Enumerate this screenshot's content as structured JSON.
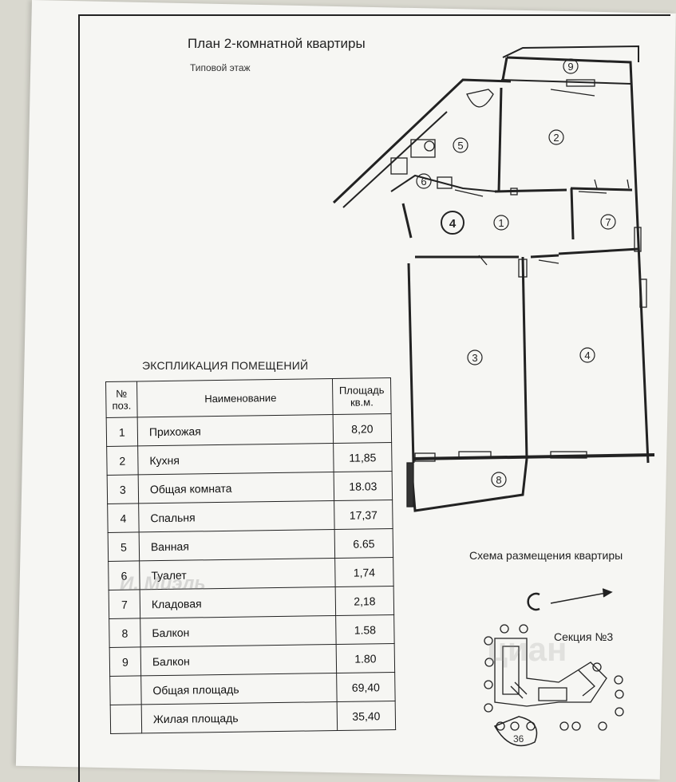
{
  "plan": {
    "title": "План 2-комнатной квартиры",
    "subtitle": "Типовой этаж",
    "room_marks": [
      "9",
      "2",
      "5",
      "6",
      "4",
      "1",
      "7",
      "3",
      "4",
      "8"
    ]
  },
  "explication": {
    "title": "ЭКСПЛИКАЦИЯ ПОМЕЩЕНИЙ",
    "headers": {
      "no": "№ поз.",
      "name": "Наименование",
      "area": "Площадь кв.м."
    },
    "rows": [
      {
        "no": "1",
        "name": "Прихожая",
        "area": "8,20"
      },
      {
        "no": "2",
        "name": "Кухня",
        "area": "11,85"
      },
      {
        "no": "3",
        "name": "Общая комната",
        "area": "18.03"
      },
      {
        "no": "4",
        "name": "Спальня",
        "area": "17,37"
      },
      {
        "no": "5",
        "name": "Ванная",
        "area": "6.65"
      },
      {
        "no": "6",
        "name": "Туалет",
        "area": "1,74"
      },
      {
        "no": "7",
        "name": "Кладовая",
        "area": "2,18"
      },
      {
        "no": "8",
        "name": "Балкон",
        "area": "1.58"
      },
      {
        "no": "9",
        "name": "Балкон",
        "area": "1.80"
      }
    ],
    "total": {
      "name": "Общая площадь",
      "area": "69,40"
    },
    "living": {
      "name": "Жилая площадь",
      "area": "35,40"
    }
  },
  "schema": {
    "title": "Схема размещения квартиры",
    "section": "Секция №3",
    "note": "36"
  },
  "watermarks": [
    "И. Миэль",
    "циан"
  ],
  "colors": {
    "paper": "#f6f6f3",
    "ink": "#222222",
    "background": "#d9d8cf"
  }
}
